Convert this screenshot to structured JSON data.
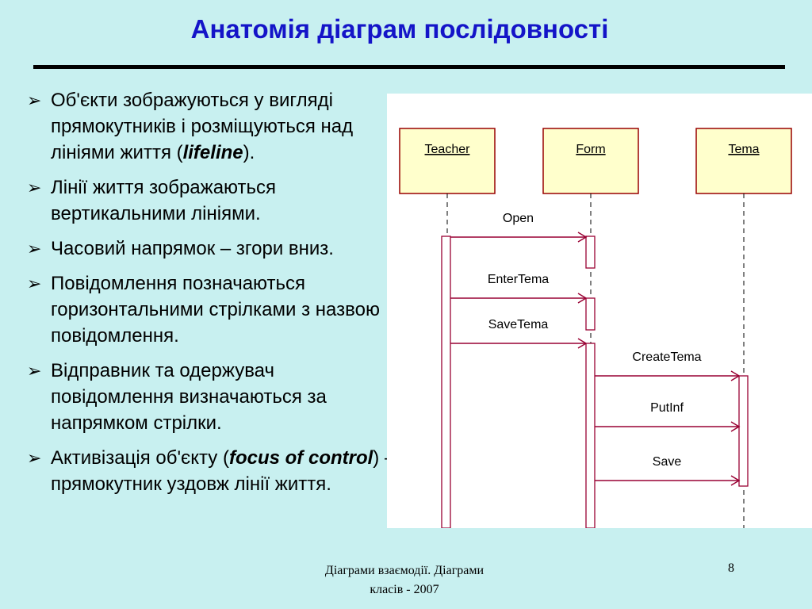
{
  "slide": {
    "title": "Анатомія діаграм послідовності",
    "bullets": [
      {
        "parts": [
          {
            "t": "Об'єкти зображуються у вигляді прямокутників і розміщуються над лініями життя ("
          },
          {
            "t": "lifeline",
            "em": true
          },
          {
            "t": ")."
          }
        ]
      },
      {
        "parts": [
          {
            "t": "Лінії життя зображаються вертикальними лініями."
          }
        ]
      },
      {
        "parts": [
          {
            "t": "Часовий напрямок – згори вниз."
          }
        ]
      },
      {
        "parts": [
          {
            "t": "Повідомлення позначаються горизонтальними стрілками з назвою повідомлення."
          }
        ]
      },
      {
        "parts": [
          {
            "t": "Відправник та одержувач повідомлення визначаються за напрямком стрілки."
          }
        ]
      },
      {
        "parts": [
          {
            "t": "Активізація об'єкту ("
          },
          {
            "t": "focus of control",
            "em": true
          },
          {
            "t": ") – прямокутник уздовж лінії життя."
          }
        ]
      }
    ],
    "bullet_symbol": "➢",
    "footer": {
      "line1": "Діаграми взаємодії. Діаграми",
      "line2": "класів - 2007",
      "page": "8"
    }
  },
  "diagram": {
    "objects": [
      {
        "id": "teacher",
        "label": "Teacher"
      },
      {
        "id": "form",
        "label": "Form"
      },
      {
        "id": "tema",
        "label": "Tema"
      }
    ],
    "messages": [
      {
        "label": "Open",
        "from": "teacher",
        "to": "form"
      },
      {
        "label": "EnterTema",
        "from": "teacher",
        "to": "form"
      },
      {
        "label": "SaveTema",
        "from": "teacher",
        "to": "form"
      },
      {
        "label": "CreateTema",
        "from": "form",
        "to": "tema"
      },
      {
        "label": "PutInf",
        "from": "form",
        "to": "tema"
      },
      {
        "label": "Save",
        "from": "form",
        "to": "tema"
      }
    ],
    "colors": {
      "object_fill": "#ffffcc",
      "object_border": "#990000",
      "message_line": "#990033",
      "activation_border": "#990033"
    }
  },
  "colors": {
    "background": "#c8f0f0",
    "title": "#1414c8"
  }
}
